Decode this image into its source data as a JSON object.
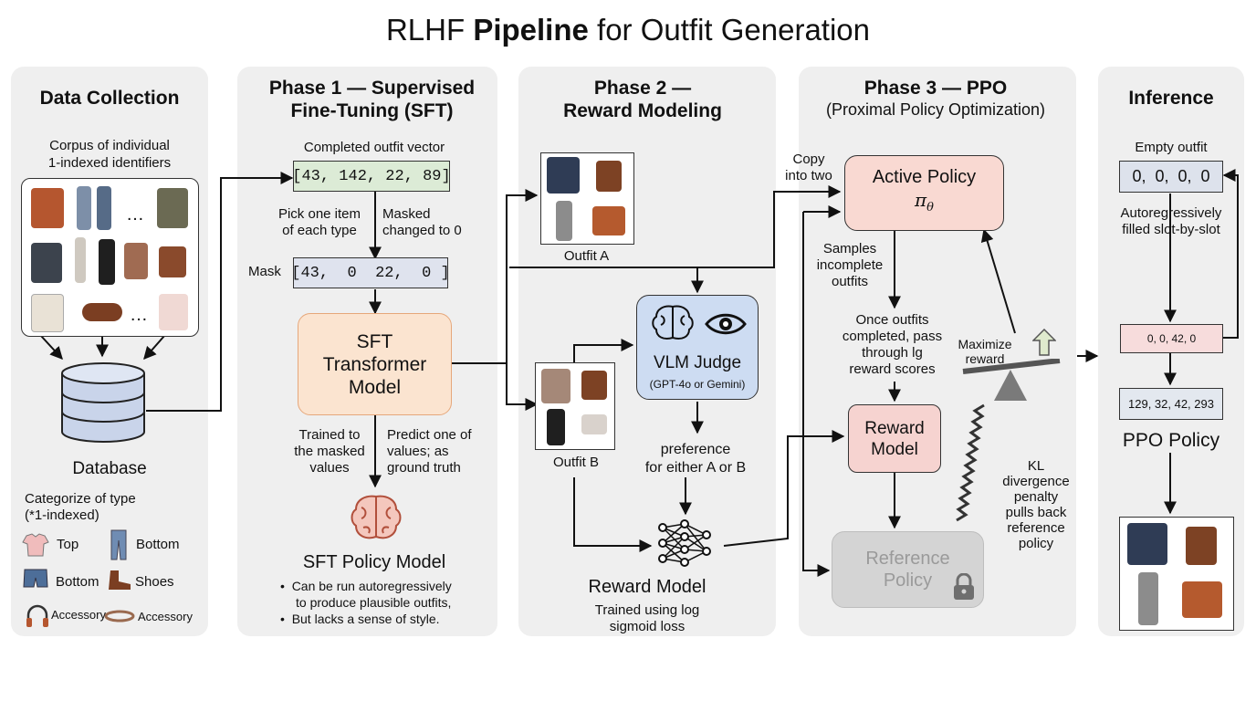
{
  "title": {
    "light1": "RLHF ",
    "bold": "Pipeline",
    "light2": " for Outfit Generation"
  },
  "data_collection": {
    "heading": "Data Collection",
    "corpus_line1": "Corpus of individual",
    "corpus_line2": "1-indexed identifiers",
    "ellipsis": "…",
    "database_label": "Database",
    "categorize_line1": "Categorize of type",
    "categorize_line2": "(*1-indexed)",
    "legend": {
      "top": "Top",
      "bottom1": "Bottom",
      "bottom2": "Bottom",
      "shoes": "Shoes",
      "accessory1": "Accessory",
      "accessory2": "Accessory"
    }
  },
  "phase1": {
    "heading_line1": "Phase 1 — Supervised",
    "heading_line2": "Fine-Tuning (SFT)",
    "completed_label": "Completed outfit vector",
    "completed_vector": "[43, 142, 22, 89]",
    "pick_line1": "Pick one item",
    "pick_line2": "of each type",
    "masked_line1": "Masked",
    "masked_line2": "changed to 0",
    "mask_label": "Mask",
    "mask_vector": "[43,  0  22,  0 ]",
    "transformer_line1": "SFT",
    "transformer_line2": "Transformer",
    "transformer_line3": "Model",
    "trained_line1": "Trained to",
    "trained_line2": "the masked",
    "trained_line3": "values",
    "predict_line1": "Predict one of",
    "predict_line2": "values; as",
    "predict_line3": "ground truth",
    "policy_label": "SFT Policy Model",
    "bullet1_line1": "Can be run autoregressively",
    "bullet1_line2": "to produce plausible outfits,",
    "bullet2": "But lacks a sense of style."
  },
  "phase2": {
    "heading_line1": "Phase 2 —",
    "heading_line2": "Reward Modeling",
    "outfit_a": "Outfit A",
    "outfit_b": "Outfit B",
    "vlm_title": "VLM Judge",
    "vlm_sub": "(GPT-4o or Gemini)",
    "preference_line1": "preference",
    "preference_line2": "for either A or B",
    "reward_label": "Reward Model",
    "trained_line1": "Trained using log",
    "trained_line2": "sigmoid loss"
  },
  "phase3": {
    "heading": "Phase 3 — PPO",
    "subheading": "(Proximal Policy Optimization)",
    "copy_line1": "Copy",
    "copy_line2": "into two",
    "active_title": "Active Policy",
    "active_symbol": "π",
    "active_subscript": "θ",
    "samples_line1": "Samples",
    "samples_line2": "incomplete",
    "samples_line3": "outfits",
    "once_line1": "Once outfits",
    "once_line2": "completed, pass",
    "once_line3": "through lg",
    "once_line4": "reward scores",
    "maximize_line1": "Maximize",
    "maximize_line2": "reward",
    "reward_line1": "Reward",
    "reward_line2": "Model",
    "kl_line1": "KL",
    "kl_line2": "divergence",
    "kl_line3": "penalty",
    "kl_line4": "pulls back",
    "kl_line5": "reference",
    "kl_line6": "policy",
    "reference_line1": "Reference",
    "reference_line2": "Policy"
  },
  "inference": {
    "heading": "Inference",
    "empty_label": "Empty outfit",
    "empty_vector": "0,  0,  0,  0",
    "auto_line1": "Autoregressively",
    "auto_line2": "filled slot-by-slot",
    "partial_vector": "0, 0, 42, 0",
    "full_vector": "129, 32, 42, 293",
    "policy_label": "PPO Policy"
  },
  "colors": {
    "panel": "#efefef",
    "completed_vec": "#dcebd6",
    "mask_vec": "#dfe3ee",
    "transformer": "#fbe4d0",
    "vlm": "#cddcf2",
    "active_policy": "#f9d9d2",
    "reward_model": "#f6d3d0",
    "reference": "#d4d4d4",
    "empty_vec": "#dde2ec",
    "partial_vec": "#f7dcdc",
    "full_vec": "#e3e8ef",
    "database": "#c9d4ea",
    "brain": "#e8887a"
  }
}
